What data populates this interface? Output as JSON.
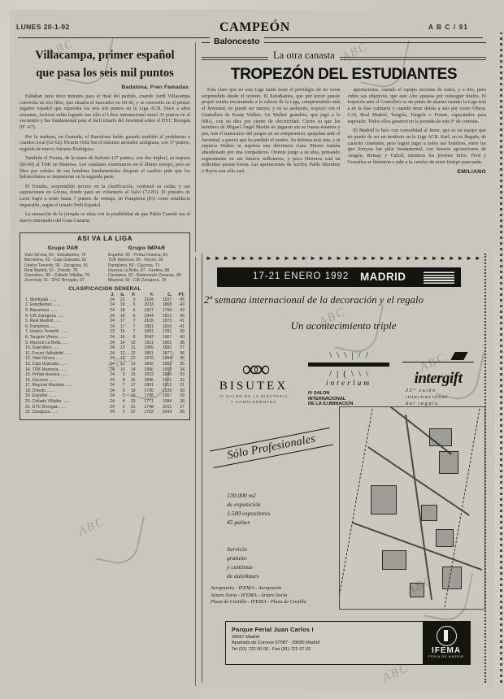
{
  "masthead": {
    "date": "LUNES 20-1-92",
    "section_title": "CAMPEÓN",
    "folio": "A B C / 91"
  },
  "left_column": {
    "headline_line1": "Villacampa, primer español",
    "headline_line2": "que pasa los seis mil puntos",
    "byline": "Badalona. Fren Famadas",
    "paragraphs": [
      "Faltaban unos doce minutos para el final del partido, cuando Jordi Villacampa convertía un tiro libre, que situaba el marcador en 60-42, y se convertía en el primer jugador español que superaba los seis mil puntos en la Liga ACB. Hace a años semanas, Jackson subía logrado tan sólo el Libro internacional sumó 32 puntos en el encuentro y fue fundamental para el fácil triunfo del Juventud sobre el DYC Breogán (9º -67).",
      "Por la mañana, en Granada, el Barcelona había ganado también al problemas a cuantos local (62-62). Picurin Ortiz fue el máximo anotador azulgrana, con 17 puntos, seguido de nuevo Antonio Rodríguez.",
      "También el Forum, de la mano de Sabonis (37 puntos, con dos triples), su impuso (85-90) al TDK en Manresa. Los catalanes continuaron en el último tiempo, pero se libra por señales de sus hombres fundamentales después el cambio pide que los baloncelunos se impusieran en la segunda parte.",
      "El Estudia, sorprendido tercero en la clasificación, continuó su caída; y sus aspiraciones en Girona, donde pasó un voluntario al Valvi (72-83). El pinturio de León logró a tener hasta 7 puntos de ventaja, en Pamplona (83) como establecía imparable, según el triunfo Peñí Español.",
      "La sensación de la jornada se sitúa con la posibilidad de que Pablo Casado sea el nuevo entrenador del Gran Canaria."
    ],
    "liga_box": {
      "title": "ASI VA LA LIGA",
      "group_par": {
        "label": "Grupo PAR",
        "results": [
          "Valvi Girona, 83 - Estudiantes, 72",
          "Barcelona, 62 - Caja Granada, 62",
          "Unelco Tenerife, 95 - Zaragoza, 81",
          "Real Madrid, 92 - Oviedo, 78",
          "Granollers, 89 - Collado Villalba, 76",
          "Juventud, 91 - DYC Breogán, 67"
        ]
      },
      "group_impar": {
        "label": "Grupo IMPAR",
        "results": [
          "Español, 95 - Peñas Huesca, 83",
          "TDK Manresa, 85 - Forum, 90",
          "Pamplona, 83 - Cáceres, 71",
          "Huesca La Bella, 87 - Festina, 88",
          "Cantabria, 82 - Baloncesto Ourense, 80",
          "Mayoral, 82 - CAI Zaragoza, 78"
        ]
      }
    },
    "standings": {
      "title": "CLASIFICACION GENERAL",
      "columns": [
        "J.",
        "G.",
        "P.",
        "F.",
        "C.",
        "PT."
      ],
      "rows": [
        {
          "pos": "1.",
          "team": "Montigalà",
          "j": "24",
          "g": "21",
          "p": "3",
          "f": "2104",
          "c": "1937",
          "pt": "45"
        },
        {
          "pos": "2.",
          "team": "Estudiantes",
          "j": "24",
          "g": "19",
          "p": "5",
          "f": "2033",
          "c": "1868",
          "pt": "43"
        },
        {
          "pos": "3.",
          "team": "Barcelona",
          "j": "24",
          "g": "18",
          "p": "6",
          "f": "1927",
          "c": "1766",
          "pt": "42"
        },
        {
          "pos": "4.",
          "team": "CAI Zaragoza",
          "j": "24",
          "g": "16",
          "p": "8",
          "f": "1944",
          "c": "1813",
          "pt": "40"
        },
        {
          "pos": "5.",
          "team": "Real Madrid",
          "j": "24",
          "g": "17",
          "p": "7",
          "f": "2155",
          "c": "1973",
          "pt": "41"
        },
        {
          "pos": "6.",
          "team": "Pamplona",
          "j": "24",
          "g": "17",
          "p": "7",
          "f": "1851",
          "c": "1816",
          "pt": "41"
        },
        {
          "pos": "7.",
          "team": "Unelco Tenerife",
          "j": "23",
          "g": "16",
          "p": "7",
          "f": "1891",
          "c": "1781",
          "pt": "39"
        },
        {
          "pos": "8.",
          "team": "Taugrés Vitoria",
          "j": "24",
          "g": "16",
          "p": "8",
          "f": "2042",
          "c": "1967",
          "pt": "40"
        },
        {
          "pos": "9.",
          "team": "Huesca La Bella",
          "j": "24",
          "g": "14",
          "p": "10",
          "f": "1911",
          "c": "1861",
          "pt": "38"
        },
        {
          "pos": "10.",
          "team": "Granollers",
          "j": "24",
          "g": "13",
          "p": "11",
          "f": "1909",
          "c": "1892",
          "pt": "37"
        },
        {
          "pos": "11.",
          "team": "Forum Valladolid",
          "j": "24",
          "g": "12",
          "p": "12",
          "f": "1881",
          "c": "1877",
          "pt": "36"
        },
        {
          "pos": "12.",
          "team": "Valvi Girona",
          "j": "24",
          "g": "12",
          "p": "12",
          "f": "1876",
          "c": "1894",
          "pt": "36"
        },
        {
          "pos": "13.",
          "team": "Caja Granada",
          "j": "24",
          "g": "11",
          "p": "13",
          "f": "1842",
          "c": "1882",
          "pt": "35"
        },
        {
          "pos": "14.",
          "team": "TDK Manresa",
          "j": "24",
          "g": "10",
          "p": "14",
          "f": "1896",
          "c": "1953",
          "pt": "34"
        },
        {
          "pos": "15.",
          "team": "Peñas Huesca",
          "j": "24",
          "g": "9",
          "p": "15",
          "f": "1822",
          "c": "1899",
          "pt": "33"
        },
        {
          "pos": "16.",
          "team": "Cáceres",
          "j": "24",
          "g": "8",
          "p": "16",
          "f": "1846",
          "c": "1921",
          "pt": "32"
        },
        {
          "pos": "17.",
          "team": "Mayoral Maristas",
          "j": "24",
          "g": "7",
          "p": "17",
          "f": "1801",
          "c": "1912",
          "pt": "31"
        },
        {
          "pos": "18.",
          "team": "Oviedo",
          "j": "24",
          "g": "6",
          "p": "18",
          "f": "1795",
          "c": "1939",
          "pt": "30"
        },
        {
          "pos": "19.",
          "team": "Español",
          "j": "24",
          "g": "5",
          "p": "19",
          "f": "1788",
          "c": "1957",
          "pt": "29"
        },
        {
          "pos": "20.",
          "team": "Collado Villalba",
          "j": "24",
          "g": "4",
          "p": "20",
          "f": "1771",
          "c": "1984",
          "pt": "28"
        },
        {
          "pos": "21.",
          "team": "DYC Breogán",
          "j": "24",
          "g": "3",
          "p": "21",
          "f": "1748",
          "c": "2011",
          "pt": "27"
        },
        {
          "pos": "22.",
          "team": "Zaragoza",
          "j": "24",
          "g": "2",
          "p": "22",
          "f": "1702",
          "c": "2043",
          "pt": "26"
        }
      ]
    }
  },
  "right_column": {
    "kicker": "Baloncesto",
    "subkicker": "La otra canasta",
    "headline": "TROPEZÓN DEL ESTUDIANTES",
    "col1": [
      "Está claro que en esta Liga nadie tiene el privilegio de no verse sorprendido desde el terreno. El Estudiantes, que por tercer puesto propio estaba encaramado a la cabeza de la Liga, comprometido más el Juventud, no puede ser menos, y en su ambiente, tropezó con el Granollers de Kenty Walker. Un Walker grandote, que jugó a lo NBA, con un diez por ciento de electricidad. Cierre su que los hombres de Miguel Ángel Martín no jugaron sin su buena estatura y por, tras el transcurso del juegos en su compromiso; quejaban ante el Juventud, a parece que ha perdido el rumbo. Su defensa está rota, y ni siquiera Walker ni siquiera una diferencia clara. Pinone trataba abandonado por una compañeros. Oriente juego a su idea, pensando seguramente en sus futuros milloneros, y poco Herreros está un individuo puesta forma. Las aportaciones de Azofra, Pablo Martínez o Reyes son sólo casi."
    ],
    "col2": [
      "aportaciones, cuando el equipo necesita de todos, y a tiro, pues cubre sus objetivos, que este Año apuesta por conseguir títulos. El tropezón ante el Granollers es un punto de alarma cuando la Liga está a en la fase culinaria y cuando tiene detrás a seis por como Obesa, CAI, Real Madrid, Taugrés, Taugrés o Forum, capacitados para superarle. Todos ellos ganaron en la jornada de este 9º de comuna.",
      "El Madrid lo hizo con comodidad al Juver, que es un equipo que no puede de ser un modesto en la Liga ACB. Karl, en su llegada, de carácter constante, pero lograr jugar a todos sus hombres, entre los que Sunyon fue pilar fundamental, con buenos aportaciones de Aragón, Romay y Calzol, mientras los jóvenes Silve, Fred y González se limitaron a salir a la cancha sin tener tiempo para nada."
    ],
    "signature": "EMILIANO"
  },
  "advertisement": {
    "dates": "17-21 ENERO 1992",
    "city": "MADRID",
    "tagline": "2ª semana internacional de la decoración y el regalo",
    "subtagline": "Un acontecimiento triple",
    "logos": [
      {
        "name": "BISUTEX",
        "subtitle_line1": "IV SALON DE LA BISUTERIA",
        "subtitle_line2": "Y COMPLEMENTOS"
      },
      {
        "name": "interlum",
        "subtitle_line1": "IV SALON",
        "subtitle_line2": "INTERNACIONAL",
        "subtitle_line3": "DE LA ILUMINACION"
      },
      {
        "name": "intergift",
        "subtitle_line1": "22º salón",
        "subtitle_line2": "internacional",
        "subtitle_line3": "del regalo"
      }
    ],
    "badge": "Sólo Profesionales",
    "facts": [
      "130.000 m2",
      "de exposición",
      "1.500 expositores",
      "45 países"
    ],
    "service": [
      "Servicio",
      "gratuito",
      "y continuo",
      "de autobuses"
    ],
    "routes": [
      "Aeropuerto - IFEMA - Aeropuerto",
      "Arturo Soria - IFEMA - Arturo Soria",
      "Plaza de Castilla - IFEMA - Plaza de Castilla"
    ],
    "contact": {
      "venue": "Parque Ferial Juan Carlos I",
      "postcode": "28067 Madrid",
      "po_box": "Apartado de Correos 67087 - 28080 Madrid",
      "phone": "Tel (91) 722 50 00 - Fax (91) 722 57 92",
      "organizer": "IFEMA",
      "organizer_tagline": "FERIA DE MADRID"
    }
  },
  "watermark": "ABC"
}
